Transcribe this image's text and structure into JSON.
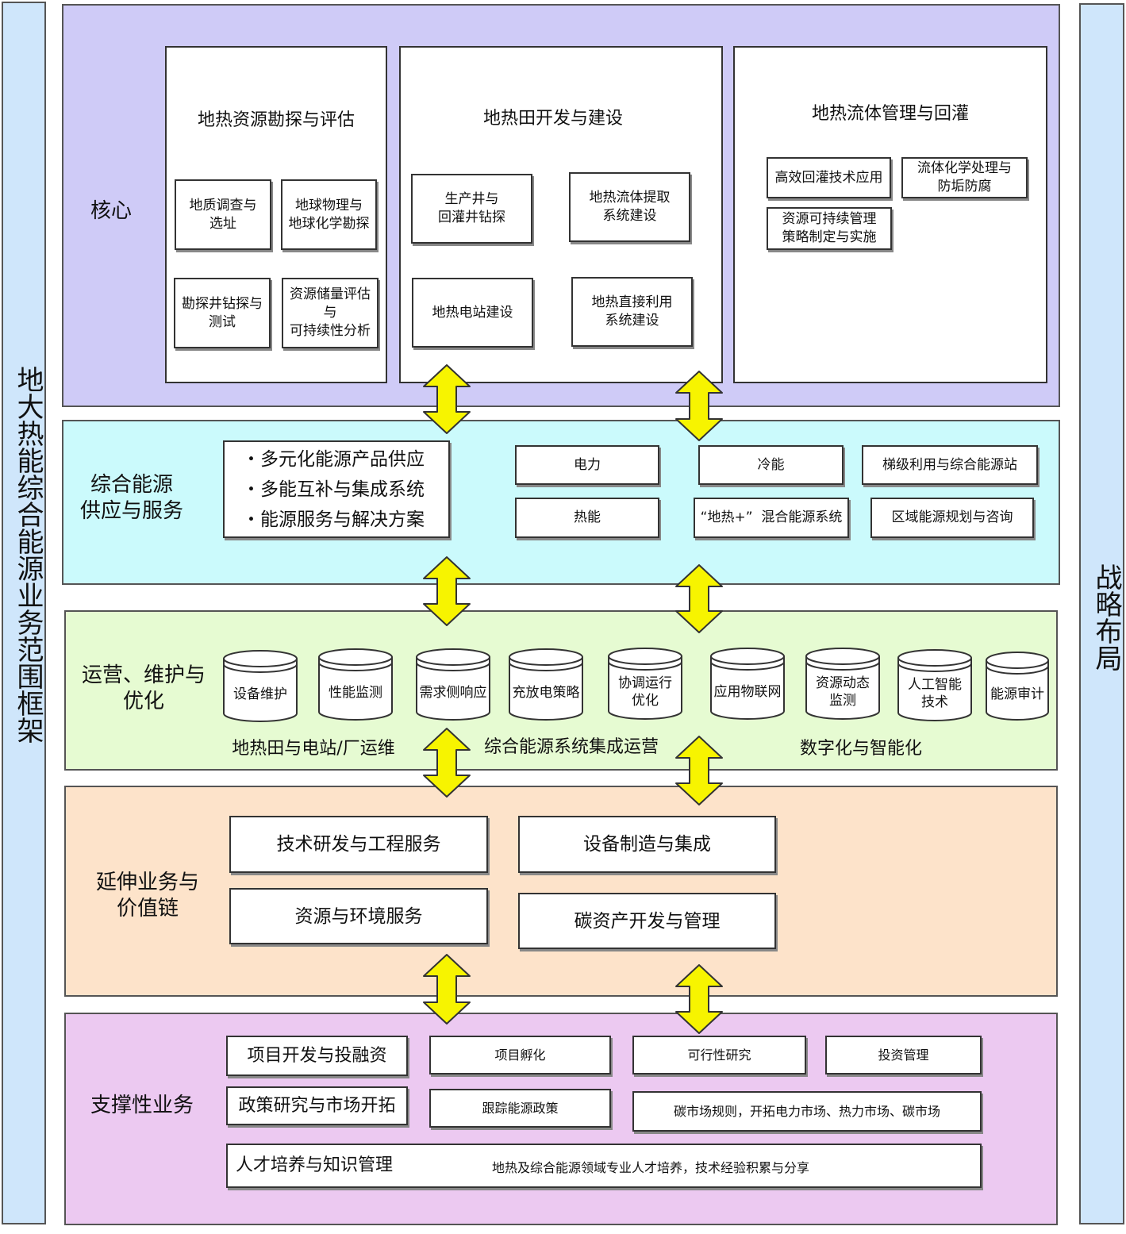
{
  "left_title": "地大热能综合能源业务范围框架",
  "right_title": "战略布局",
  "colors": {
    "sidebar": "#cfe6fb",
    "core": "#cfcbf7",
    "supply": "#cbfafc",
    "ops": "#e6fbd2",
    "extension": "#fde3ca",
    "support": "#ecc9f1",
    "arrow_fill": "#f7f400"
  },
  "icons": [
    "double-arrow-icon"
  ],
  "core": {
    "label": "核心",
    "exploration": {
      "title": "地热资源勘探与评估",
      "items": [
        "地质调查与\n选址",
        "地球物理与\n地球化学勘探",
        "勘探井钻探与\n测试",
        "资源储量评估\n与\n可持续性分析"
      ]
    },
    "development": {
      "title": "地热田开发与建设",
      "items": [
        "生产井与\n回灌井钻探",
        "地热流体提取\n系统建设",
        "地热电站建设",
        "地热直接利用\n系统建设"
      ]
    },
    "fluid": {
      "title": "地热流体管理与回灌",
      "items": [
        "高效回灌技术应用",
        "流体化学处理与\n防垢防腐",
        "资源可持续管理\n策略制定与实施"
      ]
    }
  },
  "supply": {
    "label": "综合能源\n供应与服务",
    "bullets": [
      "・多元化能源产品供应",
      "・多能互补与集成系统",
      "・能源服务与解决方案"
    ],
    "items": [
      "电力",
      "冷能",
      "梯级利用与综合能源站",
      "热能",
      "“地热+”  混合能源系统",
      "区域能源规划与咨询"
    ]
  },
  "ops": {
    "label": "运营、维护与\n优化",
    "cylinders": [
      "设备维护",
      "性能监测",
      "需求侧响应",
      "充放电策略",
      "协调运行\n优化",
      "应用物联网",
      "资源动态\n监测",
      "人工智能\n技术",
      "能源审计"
    ],
    "groups": [
      "地热田与电站/厂运维",
      "综合能源系统集成运营",
      "数字化与智能化"
    ]
  },
  "extension": {
    "label": "延伸业务与\n价值链",
    "items": [
      "技术研发与工程服务",
      "设备制造与集成",
      "资源与环境服务",
      "碳资产开发与管理"
    ]
  },
  "support": {
    "label": "支撑性业务",
    "row1": [
      "项目开发与投融资",
      "项目孵化",
      "可行性研究",
      "投资管理"
    ],
    "row2": [
      "政策研究与市场开拓",
      "跟踪能源政策",
      "碳市场规则，开拓电力市场、热力市场、碳市场"
    ],
    "row3": [
      "人才培养与知识管理",
      "地热及综合能源领域专业人才培养，技术经验积累与分享"
    ]
  }
}
